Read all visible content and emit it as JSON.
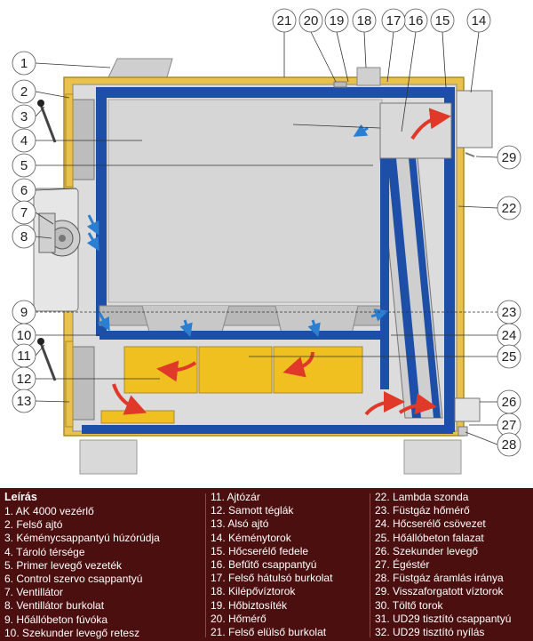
{
  "callouts": {
    "n1": "1",
    "n2": "2",
    "n3": "3",
    "n4": "4",
    "n5": "5",
    "n6": "6",
    "n7": "7",
    "n8": "8",
    "n9": "9",
    "n10": "10",
    "n11": "11",
    "n12": "12",
    "n13": "13",
    "n14": "14",
    "n15": "15",
    "n16": "16",
    "n17": "17",
    "n18": "18",
    "n19": "19",
    "n20": "20",
    "n21": "21",
    "n22": "22",
    "n23": "23",
    "n24": "24",
    "n25": "25",
    "n26": "26",
    "n27": "27",
    "n28": "28",
    "n29": "29"
  },
  "legend": {
    "title": "Leírás",
    "col1": [
      "1. AK 4000 vezérlő",
      "2. Felső ajtó",
      "3. Kéménycsappantyú húzórúdja",
      "4. Tároló térsége",
      "5. Primer levegő vezeték",
      "6. Control szervo csappantyú",
      "7. Ventillátor",
      "8. Ventillátor burkolat",
      "9. Hőállóbeton fúvóka",
      "10. Szekunder levegő retesz"
    ],
    "col2": [
      "11. Ajtózár",
      "12. Samott téglák",
      "13. Alsó ajtó",
      "14. Kéménytorok",
      "15. Hőcserélő fedele",
      "16. Befűtő csappantyú",
      "17. Felső hátulsó burkolat",
      "18. Kilépővíztorok",
      "19. Hőbiztosíték",
      "20. Hőmérő",
      "21. Felső elülső burkolat"
    ],
    "col3": [
      "22. Lambda szonda",
      "23. Füstgáz hőmérő",
      "24. Hőcserélő csövezet",
      "25. Hőállóbeton falazat",
      "26. Szekunder levegő",
      "27. Égéstér",
      "28. Füstgáz áramlás iránya",
      "29. Visszaforgatott víztorok",
      "30. Töltő torok",
      "31. UD29 tisztító csappantyú",
      "32. UD29 tisztító nyílás"
    ]
  }
}
